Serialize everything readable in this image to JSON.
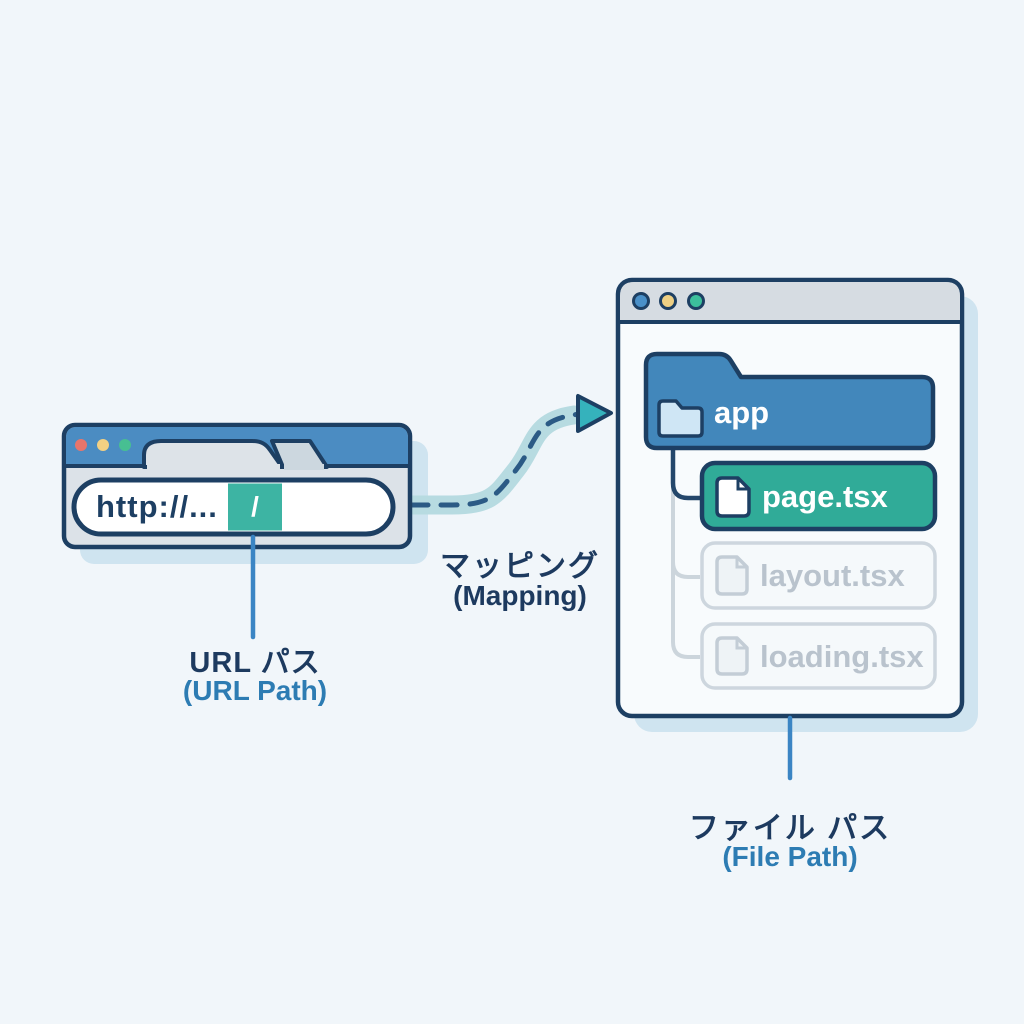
{
  "canvas": {
    "background": "#f1f6fa"
  },
  "colors": {
    "outline_navy": "#1d3f63",
    "titlebar_blue": "#4b8cc2",
    "url_highlight_teal": "#3db4a3",
    "folder_blue": "#4287bb",
    "file_active_teal": "#30ab98",
    "inactive_gray": "#cdd6de",
    "label_navy": "#1d3a5f",
    "label_blue": "#2d7cb3",
    "pointer_line_blue": "#3b85c4",
    "arrow_band_teal": "#b7dbe1",
    "arrow_dash_navy": "#2b5a85",
    "arrowhead_teal": "#35b2bc",
    "window_shadow": "#cfe4f0"
  },
  "browser_window": {
    "traffic_lights": [
      {
        "name": "red",
        "color": "#e8756b"
      },
      {
        "name": "yellow",
        "color": "#f2d083"
      },
      {
        "name": "green",
        "color": "#47bf92"
      }
    ],
    "url_bar": {
      "text": "http://...",
      "highlight": "/"
    },
    "label_jp": "URL パス",
    "label_en": "(URL Path)"
  },
  "mapping": {
    "label_jp": "マッピング",
    "label_en": "(Mapping)"
  },
  "file_window": {
    "traffic_lights": [
      {
        "name": "blue",
        "color": "#4a90c8"
      },
      {
        "name": "yellow",
        "color": "#eed084"
      },
      {
        "name": "green",
        "color": "#3cbf9c"
      }
    ],
    "folder": {
      "name": "app"
    },
    "files": [
      {
        "name": "page.tsx",
        "state": "active"
      },
      {
        "name": "layout.tsx",
        "state": "inactive"
      },
      {
        "name": "loading.tsx",
        "state": "inactive"
      }
    ],
    "label_jp": "ファイル パス",
    "label_en": "(File Path)"
  }
}
